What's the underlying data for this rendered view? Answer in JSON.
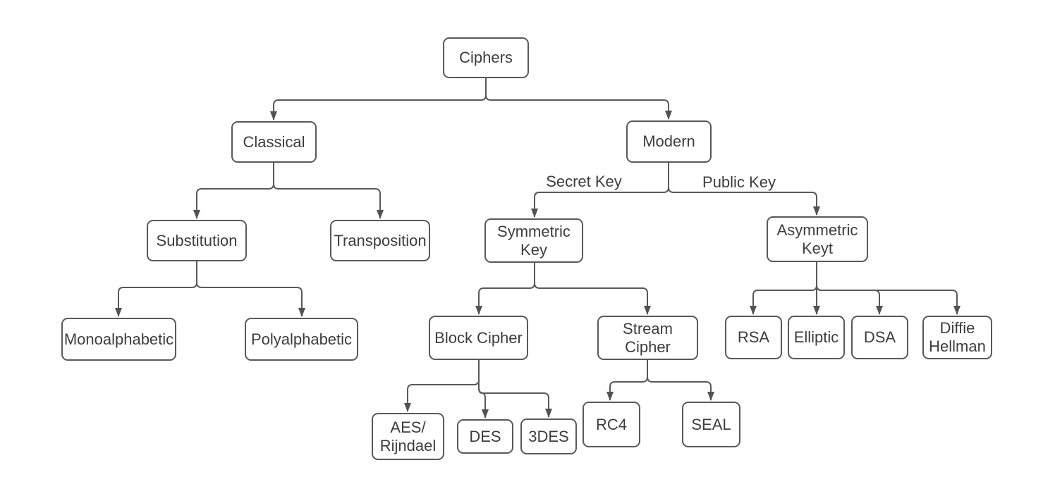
{
  "diagram": {
    "colors": {
      "background": "#ffffff",
      "stroke": "#595959",
      "text": "#3d3d3d",
      "arrow": "#525252"
    },
    "nodes": [
      {
        "id": "ciphers",
        "label": "Ciphers"
      },
      {
        "id": "classical",
        "label": "Classical"
      },
      {
        "id": "modern",
        "label": "Modern"
      },
      {
        "id": "substitution",
        "label": "Substitution"
      },
      {
        "id": "transposition",
        "label": "Transposition"
      },
      {
        "id": "symmetric-key",
        "label": "Symmetric\nKey"
      },
      {
        "id": "asymmetric-keyt",
        "label": "Asymmetric\nKeyt"
      },
      {
        "id": "monoalphabetic",
        "label": "Monoalphabetic"
      },
      {
        "id": "polyalphabetic",
        "label": "Polyalphabetic"
      },
      {
        "id": "block-cipher",
        "label": "Block Cipher"
      },
      {
        "id": "stream-cipher",
        "label": "Stream\nCipher"
      },
      {
        "id": "rsa",
        "label": "RSA"
      },
      {
        "id": "elliptic",
        "label": "Elliptic"
      },
      {
        "id": "dsa",
        "label": "DSA"
      },
      {
        "id": "diffie-hellman",
        "label": "Diffie\nHellman"
      },
      {
        "id": "aes-rijndael",
        "label": "AES/\nRijndael"
      },
      {
        "id": "des",
        "label": "DES"
      },
      {
        "id": "3des",
        "label": "3DES"
      },
      {
        "id": "rc4",
        "label": "RC4"
      },
      {
        "id": "seal",
        "label": "SEAL"
      }
    ],
    "edges": [
      {
        "from": "ciphers",
        "to": "classical"
      },
      {
        "from": "ciphers",
        "to": "modern"
      },
      {
        "from": "classical",
        "to": "substitution"
      },
      {
        "from": "classical",
        "to": "transposition"
      },
      {
        "from": "substitution",
        "to": "monoalphabetic"
      },
      {
        "from": "substitution",
        "to": "polyalphabetic"
      },
      {
        "from": "modern",
        "to": "symmetric-key",
        "label": "Secret Key"
      },
      {
        "from": "modern",
        "to": "asymmetric-keyt",
        "label": "Public Key"
      },
      {
        "from": "symmetric-key",
        "to": "block-cipher"
      },
      {
        "from": "symmetric-key",
        "to": "stream-cipher"
      },
      {
        "from": "block-cipher",
        "to": "aes-rijndael"
      },
      {
        "from": "block-cipher",
        "to": "des"
      },
      {
        "from": "block-cipher",
        "to": "3des"
      },
      {
        "from": "stream-cipher",
        "to": "rc4"
      },
      {
        "from": "stream-cipher",
        "to": "seal"
      },
      {
        "from": "asymmetric-keyt",
        "to": "rsa"
      },
      {
        "from": "asymmetric-keyt",
        "to": "elliptic"
      },
      {
        "from": "asymmetric-keyt",
        "to": "dsa"
      },
      {
        "from": "asymmetric-keyt",
        "to": "diffie-hellman"
      }
    ]
  }
}
